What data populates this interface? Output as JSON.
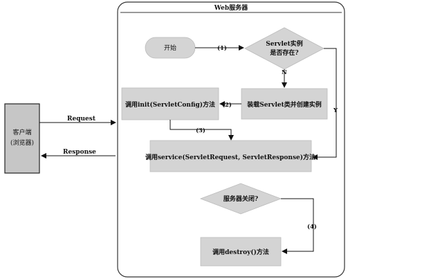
{
  "server_title": "Web服务器",
  "client": {
    "line1": "客户端",
    "line2": "(浏览器)"
  },
  "arrows": {
    "request": "Request",
    "response": "Response"
  },
  "nodes": {
    "start": "开始",
    "servlet_exists_q1": "Servlet实例",
    "servlet_exists_q2": "是否存在?",
    "load_servlet": "装载Servlet类并创建实例",
    "call_init": "调用init(ServletConfig)方法",
    "call_service": "调用service(ServletRequest, ServletResponse)方法",
    "server_closed_q": "服务器关闭?",
    "call_destroy": "调用destroy()方法"
  },
  "edge_labels": {
    "e1": "(1)",
    "e2": "(2)",
    "e3": "(3)",
    "e4": "(4)",
    "no": "N",
    "yes": "Y"
  },
  "colors": {
    "box_fill": "#d4d4d4",
    "client_fill": "#c6c6c6",
    "stroke": "#222222"
  }
}
